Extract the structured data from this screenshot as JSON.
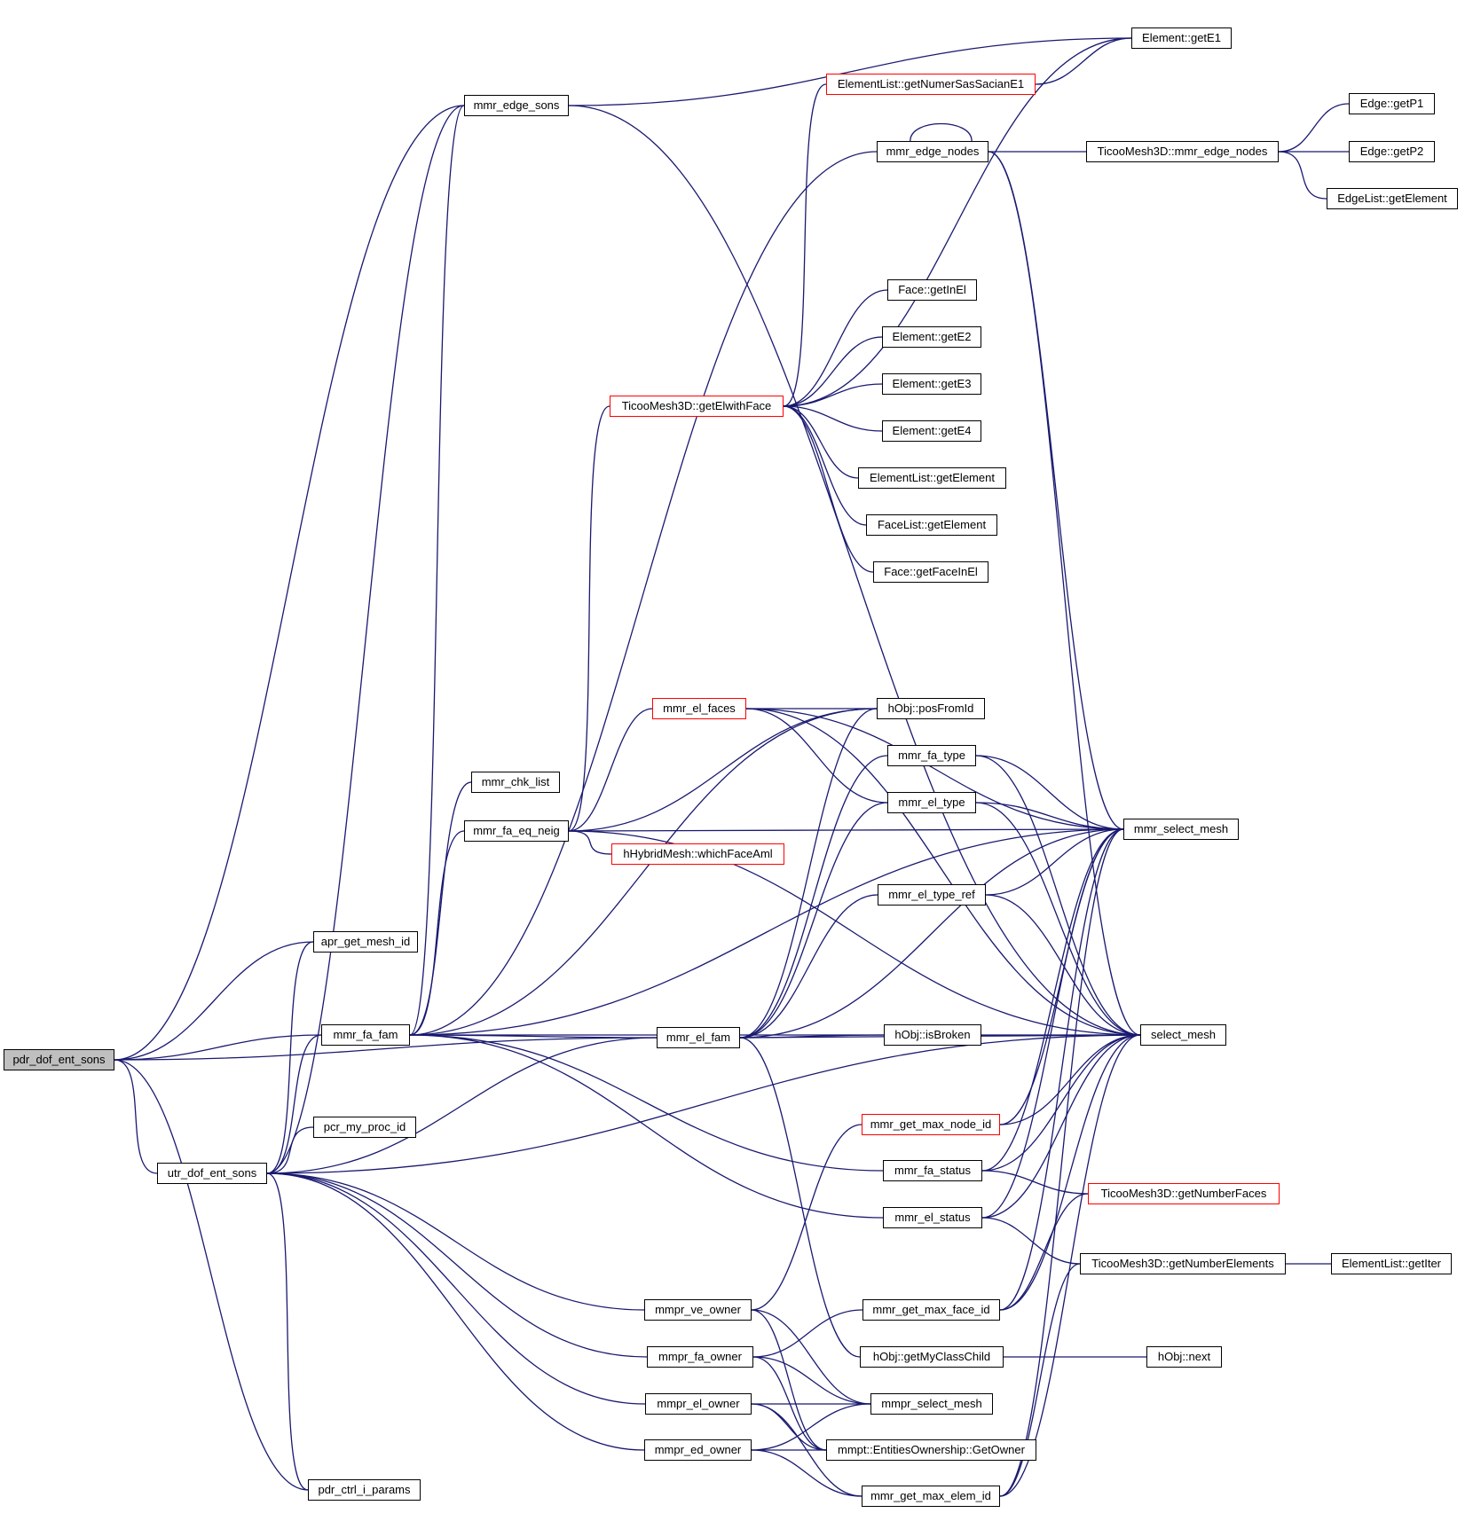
{
  "colors": {
    "edge": "#191970",
    "node_border": "#000000",
    "node_border_red": "#ff0000",
    "root_fill": "#bfbfbf",
    "background": "#ffffff"
  },
  "nodes": [
    {
      "id": "n_root",
      "label": "pdr_dof_ent_sons",
      "style": "root"
    },
    {
      "id": "n_mmr_edge_sons",
      "label": "mmr_edge_sons",
      "style": "normal"
    },
    {
      "id": "n_apr_get_mesh_id",
      "label": "apr_get_mesh_id",
      "style": "normal"
    },
    {
      "id": "n_mmr_fa_fam",
      "label": "mmr_fa_fam",
      "style": "normal"
    },
    {
      "id": "n_pcr_my_proc_id",
      "label": "pcr_my_proc_id",
      "style": "normal"
    },
    {
      "id": "n_utr_dof_ent_sons",
      "label": "utr_dof_ent_sons",
      "style": "normal"
    },
    {
      "id": "n_pdr_ctrl_i_params",
      "label": "pdr_ctrl_i_params",
      "style": "normal"
    },
    {
      "id": "n_mmr_chk_list",
      "label": "mmr_chk_list",
      "style": "normal"
    },
    {
      "id": "n_mmr_fa_eq_neig",
      "label": "mmr_fa_eq_neig",
      "style": "normal"
    },
    {
      "id": "n_ElementList_getNumerSasSacianE1",
      "label": "ElementList::getNumerSasSacianE1",
      "style": "red"
    },
    {
      "id": "n_TicooMesh3D_getElwithFace",
      "label": "TicooMesh3D::getElwithFace",
      "style": "red"
    },
    {
      "id": "n_mmr_el_faces",
      "label": "mmr_el_faces",
      "style": "red"
    },
    {
      "id": "n_hHybridMesh_whichFaceAml",
      "label": "hHybridMesh::whichFaceAml",
      "style": "red"
    },
    {
      "id": "n_mmr_el_fam",
      "label": "mmr_el_fam",
      "style": "normal"
    },
    {
      "id": "n_mmpr_ve_owner",
      "label": "mmpr_ve_owner",
      "style": "normal"
    },
    {
      "id": "n_mmpr_fa_owner",
      "label": "mmpr_fa_owner",
      "style": "normal"
    },
    {
      "id": "n_mmpr_el_owner",
      "label": "mmpr_el_owner",
      "style": "normal"
    },
    {
      "id": "n_mmpr_ed_owner",
      "label": "mmpr_ed_owner",
      "style": "normal"
    },
    {
      "id": "n_mmr_edge_nodes",
      "label": "mmr_edge_nodes",
      "style": "normal"
    },
    {
      "id": "n_Face_getInEl",
      "label": "Face::getInEl",
      "style": "normal"
    },
    {
      "id": "n_Element_getE2",
      "label": "Element::getE2",
      "style": "normal"
    },
    {
      "id": "n_Element_getE3",
      "label": "Element::getE3",
      "style": "normal"
    },
    {
      "id": "n_Element_getE4",
      "label": "Element::getE4",
      "style": "normal"
    },
    {
      "id": "n_ElementList_getElement",
      "label": "ElementList::getElement",
      "style": "normal"
    },
    {
      "id": "n_FaceList_getElement",
      "label": "FaceList::getElement",
      "style": "normal"
    },
    {
      "id": "n_Face_getFaceInEl",
      "label": "Face::getFaceInEl",
      "style": "normal"
    },
    {
      "id": "n_hObj_posFromId",
      "label": "hObj::posFromId",
      "style": "normal"
    },
    {
      "id": "n_mmr_fa_type",
      "label": "mmr_fa_type",
      "style": "normal"
    },
    {
      "id": "n_mmr_el_type",
      "label": "mmr_el_type",
      "style": "normal"
    },
    {
      "id": "n_mmr_el_type_ref",
      "label": "mmr_el_type_ref",
      "style": "normal"
    },
    {
      "id": "n_hObj_isBroken",
      "label": "hObj::isBroken",
      "style": "normal"
    },
    {
      "id": "n_mmr_get_max_node_id",
      "label": "mmr_get_max_node_id",
      "style": "red"
    },
    {
      "id": "n_mmr_fa_status",
      "label": "mmr_fa_status",
      "style": "normal"
    },
    {
      "id": "n_mmr_el_status",
      "label": "mmr_el_status",
      "style": "normal"
    },
    {
      "id": "n_mmr_get_max_face_id",
      "label": "mmr_get_max_face_id",
      "style": "normal"
    },
    {
      "id": "n_hObj_getMyClassChild",
      "label": "hObj::getMyClassChild",
      "style": "normal"
    },
    {
      "id": "n_mmpr_select_mesh",
      "label": "mmpr_select_mesh",
      "style": "normal"
    },
    {
      "id": "n_mmpt_EntitiesOwnership_GetOwner",
      "label": "mmpt::EntitiesOwnership::GetOwner",
      "style": "normal"
    },
    {
      "id": "n_mmr_get_max_elem_id",
      "label": "mmr_get_max_elem_id",
      "style": "normal"
    },
    {
      "id": "n_Element_getE1",
      "label": "Element::getE1",
      "style": "normal"
    },
    {
      "id": "n_TicooMesh3D_mmr_edge_nodes",
      "label": "TicooMesh3D::mmr_edge_nodes",
      "style": "normal"
    },
    {
      "id": "n_mmr_select_mesh",
      "label": "mmr_select_mesh",
      "style": "normal"
    },
    {
      "id": "n_select_mesh",
      "label": "select_mesh",
      "style": "normal"
    },
    {
      "id": "n_TicooMesh3D_getNumberFaces",
      "label": "TicooMesh3D::getNumberFaces",
      "style": "red"
    },
    {
      "id": "n_TicooMesh3D_getNumberElements",
      "label": "TicooMesh3D::getNumberElements",
      "style": "normal"
    },
    {
      "id": "n_hObj_next",
      "label": "hObj::next",
      "style": "normal"
    },
    {
      "id": "n_Edge_getP1",
      "label": "Edge::getP1",
      "style": "normal"
    },
    {
      "id": "n_Edge_getP2",
      "label": "Edge::getP2",
      "style": "normal"
    },
    {
      "id": "n_EdgeList_getElement",
      "label": "EdgeList::getElement",
      "style": "normal"
    },
    {
      "id": "n_ElementList_getIter",
      "label": "ElementList::getIter",
      "style": "normal"
    }
  ],
  "edges": [
    [
      "n_root",
      "n_mmr_edge_sons"
    ],
    [
      "n_root",
      "n_apr_get_mesh_id"
    ],
    [
      "n_root",
      "n_mmr_fa_fam"
    ],
    [
      "n_root",
      "n_utr_dof_ent_sons"
    ],
    [
      "n_root",
      "n_pdr_ctrl_i_params"
    ],
    [
      "n_root",
      "n_mmr_el_fam"
    ],
    [
      "n_utr_dof_ent_sons",
      "n_apr_get_mesh_id"
    ],
    [
      "n_utr_dof_ent_sons",
      "n_mmr_fa_fam"
    ],
    [
      "n_utr_dof_ent_sons",
      "n_pcr_my_proc_id"
    ],
    [
      "n_utr_dof_ent_sons",
      "n_pdr_ctrl_i_params"
    ],
    [
      "n_utr_dof_ent_sons",
      "n_mmr_el_fam"
    ],
    [
      "n_utr_dof_ent_sons",
      "n_mmpr_ve_owner"
    ],
    [
      "n_utr_dof_ent_sons",
      "n_mmpr_fa_owner"
    ],
    [
      "n_utr_dof_ent_sons",
      "n_mmpr_el_owner"
    ],
    [
      "n_utr_dof_ent_sons",
      "n_mmpr_ed_owner"
    ],
    [
      "n_utr_dof_ent_sons",
      "n_mmr_edge_sons"
    ],
    [
      "n_utr_dof_ent_sons",
      "n_select_mesh"
    ],
    [
      "n_mmr_fa_fam",
      "n_mmr_edge_sons"
    ],
    [
      "n_mmr_fa_fam",
      "n_mmr_chk_list"
    ],
    [
      "n_mmr_fa_fam",
      "n_mmr_fa_eq_neig"
    ],
    [
      "n_mmr_fa_fam",
      "n_mmr_el_fam"
    ],
    [
      "n_mmr_fa_fam",
      "n_mmr_fa_status"
    ],
    [
      "n_mmr_fa_fam",
      "n_mmr_el_status"
    ],
    [
      "n_mmr_fa_fam",
      "n_mmr_edge_nodes"
    ],
    [
      "n_mmr_fa_fam",
      "n_mmr_select_mesh"
    ],
    [
      "n_mmr_fa_fam",
      "n_hObj_posFromId"
    ],
    [
      "n_mmr_fa_fam",
      "n_select_mesh"
    ],
    [
      "n_mmr_edge_sons",
      "n_Element_getE1"
    ],
    [
      "n_mmr_edge_sons",
      "n_select_mesh"
    ],
    [
      "n_mmr_fa_eq_neig",
      "n_TicooMesh3D_getElwithFace"
    ],
    [
      "n_mmr_fa_eq_neig",
      "n_mmr_el_faces"
    ],
    [
      "n_mmr_fa_eq_neig",
      "n_hHybridMesh_whichFaceAml"
    ],
    [
      "n_mmr_fa_eq_neig",
      "n_hObj_posFromId"
    ],
    [
      "n_mmr_fa_eq_neig",
      "n_select_mesh"
    ],
    [
      "n_mmr_fa_eq_neig",
      "n_mmr_select_mesh"
    ],
    [
      "n_TicooMesh3D_getElwithFace",
      "n_ElementList_getNumerSasSacianE1"
    ],
    [
      "n_TicooMesh3D_getElwithFace",
      "n_Element_getE1"
    ],
    [
      "n_TicooMesh3D_getElwithFace",
      "n_Face_getInEl"
    ],
    [
      "n_TicooMesh3D_getElwithFace",
      "n_Element_getE2"
    ],
    [
      "n_TicooMesh3D_getElwithFace",
      "n_Element_getE3"
    ],
    [
      "n_TicooMesh3D_getElwithFace",
      "n_Element_getE4"
    ],
    [
      "n_TicooMesh3D_getElwithFace",
      "n_ElementList_getElement"
    ],
    [
      "n_TicooMesh3D_getElwithFace",
      "n_FaceList_getElement"
    ],
    [
      "n_TicooMesh3D_getElwithFace",
      "n_Face_getFaceInEl"
    ],
    [
      "n_ElementList_getNumerSasSacianE1",
      "n_Element_getE1"
    ],
    [
      "n_mmr_edge_nodes",
      "n_mmr_edge_nodes"
    ],
    [
      "n_mmr_edge_nodes",
      "n_TicooMesh3D_mmr_edge_nodes"
    ],
    [
      "n_mmr_edge_nodes",
      "n_mmr_select_mesh"
    ],
    [
      "n_mmr_edge_nodes",
      "n_select_mesh"
    ],
    [
      "n_TicooMesh3D_mmr_edge_nodes",
      "n_Edge_getP1"
    ],
    [
      "n_TicooMesh3D_mmr_edge_nodes",
      "n_Edge_getP2"
    ],
    [
      "n_TicooMesh3D_mmr_edge_nodes",
      "n_EdgeList_getElement"
    ],
    [
      "n_mmr_el_faces",
      "n_hObj_posFromId"
    ],
    [
      "n_mmr_el_faces",
      "n_mmr_el_type"
    ],
    [
      "n_mmr_el_faces",
      "n_mmr_select_mesh"
    ],
    [
      "n_mmr_el_faces",
      "n_select_mesh"
    ],
    [
      "n_mmr_el_fam",
      "n_hObj_posFromId"
    ],
    [
      "n_mmr_el_fam",
      "n_mmr_fa_type"
    ],
    [
      "n_mmr_el_fam",
      "n_mmr_el_type"
    ],
    [
      "n_mmr_el_fam",
      "n_mmr_el_type_ref"
    ],
    [
      "n_mmr_el_fam",
      "n_hObj_isBroken"
    ],
    [
      "n_mmr_el_fam",
      "n_select_mesh"
    ],
    [
      "n_mmr_el_fam",
      "n_hObj_getMyClassChild"
    ],
    [
      "n_mmr_el_fam",
      "n_mmr_select_mesh"
    ],
    [
      "n_mmr_fa_type",
      "n_mmr_select_mesh"
    ],
    [
      "n_mmr_fa_type",
      "n_select_mesh"
    ],
    [
      "n_mmr_el_type",
      "n_mmr_select_mesh"
    ],
    [
      "n_mmr_el_type",
      "n_select_mesh"
    ],
    [
      "n_mmr_el_type_ref",
      "n_mmr_select_mesh"
    ],
    [
      "n_mmr_el_type_ref",
      "n_select_mesh"
    ],
    [
      "n_mmr_get_max_node_id",
      "n_mmr_select_mesh"
    ],
    [
      "n_mmr_get_max_node_id",
      "n_select_mesh"
    ],
    [
      "n_mmr_fa_status",
      "n_mmr_select_mesh"
    ],
    [
      "n_mmr_fa_status",
      "n_select_mesh"
    ],
    [
      "n_mmr_fa_status",
      "n_TicooMesh3D_getNumberFaces"
    ],
    [
      "n_mmr_el_status",
      "n_mmr_select_mesh"
    ],
    [
      "n_mmr_el_status",
      "n_select_mesh"
    ],
    [
      "n_mmr_el_status",
      "n_TicooMesh3D_getNumberElements"
    ],
    [
      "n_mmr_get_max_face_id",
      "n_mmr_select_mesh"
    ],
    [
      "n_mmr_get_max_face_id",
      "n_select_mesh"
    ],
    [
      "n_mmr_get_max_face_id",
      "n_TicooMesh3D_getNumberFaces"
    ],
    [
      "n_mmr_get_max_elem_id",
      "n_mmr_select_mesh"
    ],
    [
      "n_mmr_get_max_elem_id",
      "n_select_mesh"
    ],
    [
      "n_mmr_get_max_elem_id",
      "n_TicooMesh3D_getNumberElements"
    ],
    [
      "n_TicooMesh3D_getNumberElements",
      "n_ElementList_getIter"
    ],
    [
      "n_hObj_getMyClassChild",
      "n_hObj_next"
    ],
    [
      "n_mmpr_ve_owner",
      "n_mmr_get_max_node_id"
    ],
    [
      "n_mmpr_ve_owner",
      "n_mmpr_select_mesh"
    ],
    [
      "n_mmpr_ve_owner",
      "n_mmpt_EntitiesOwnership_GetOwner"
    ],
    [
      "n_mmpr_fa_owner",
      "n_mmr_get_max_face_id"
    ],
    [
      "n_mmpr_fa_owner",
      "n_mmpr_select_mesh"
    ],
    [
      "n_mmpr_fa_owner",
      "n_mmpt_EntitiesOwnership_GetOwner"
    ],
    [
      "n_mmpr_el_owner",
      "n_mmpr_select_mesh"
    ],
    [
      "n_mmpr_el_owner",
      "n_mmpt_EntitiesOwnership_GetOwner"
    ],
    [
      "n_mmpr_el_owner",
      "n_mmr_get_max_elem_id"
    ],
    [
      "n_mmpr_ed_owner",
      "n_mmpr_select_mesh"
    ],
    [
      "n_mmpr_ed_owner",
      "n_mmpt_EntitiesOwnership_GetOwner"
    ],
    [
      "n_mmpr_ed_owner",
      "n_mmr_get_max_elem_id"
    ]
  ]
}
